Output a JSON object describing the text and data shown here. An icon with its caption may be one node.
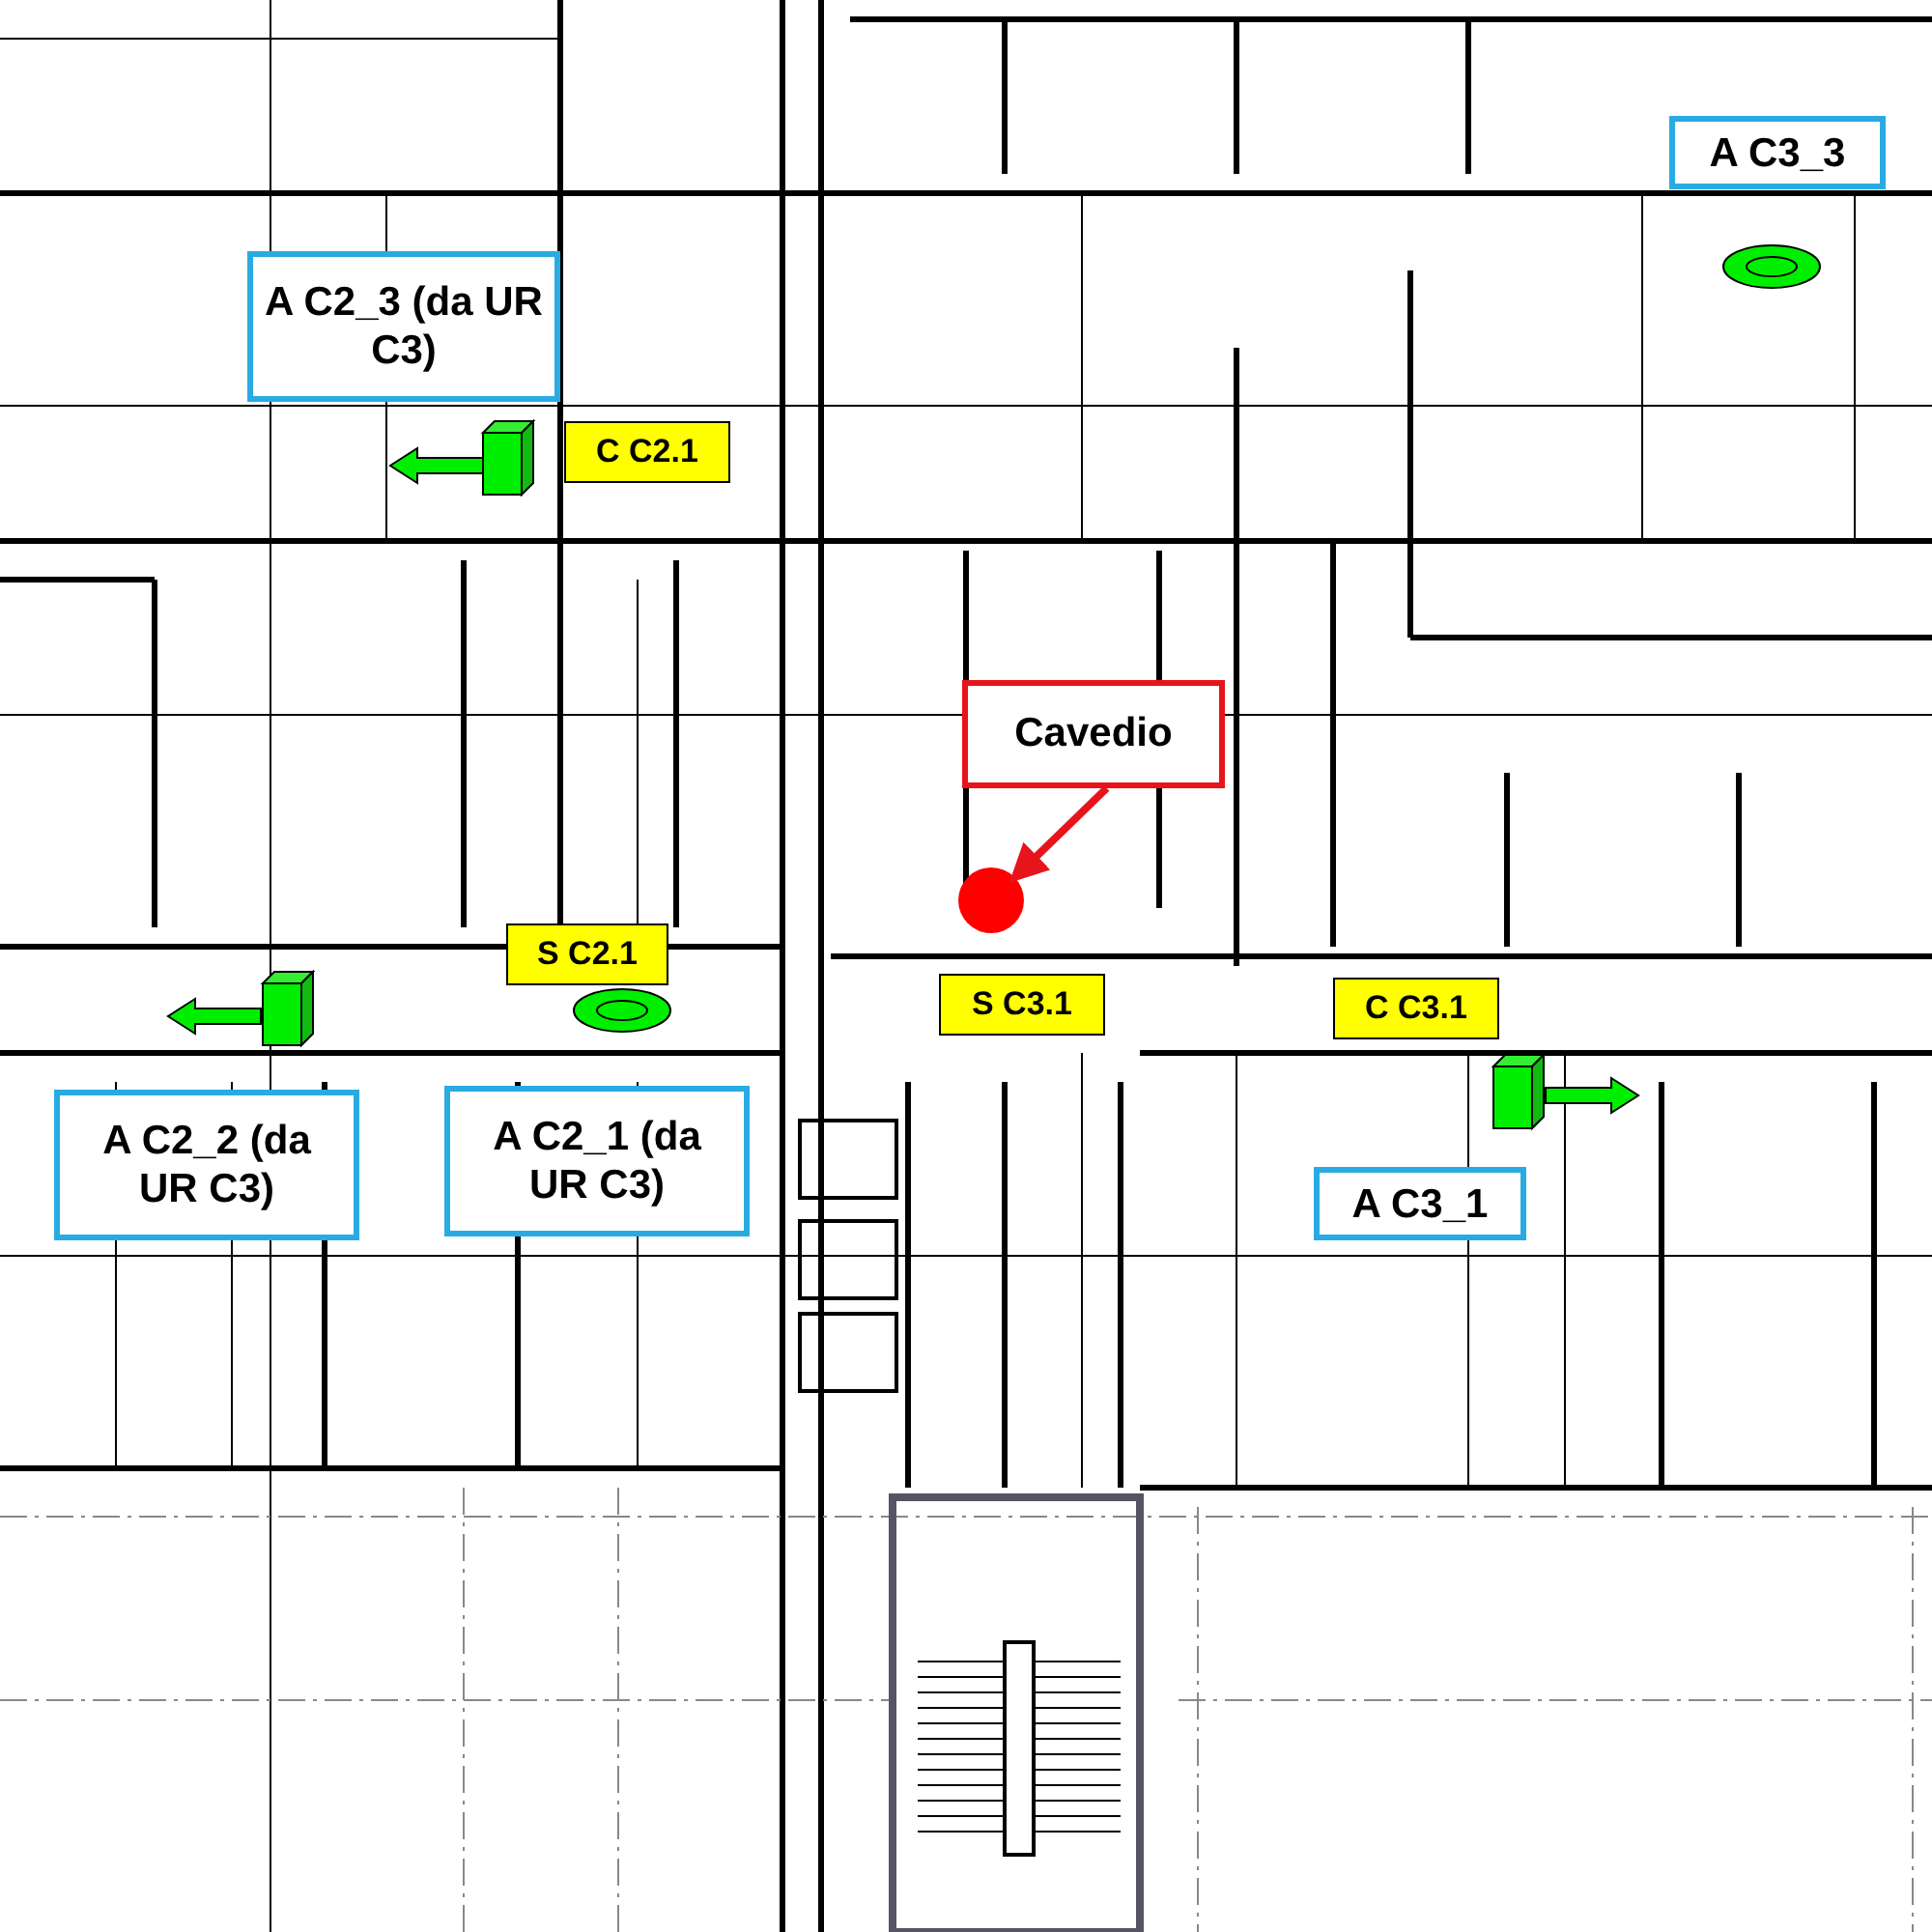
{
  "diagram": {
    "nodes": [
      {
        "text": [
          "A C3_3"
        ]
      },
      {
        "text": [
          "A C2_3 (da UR C3)"
        ]
      },
      {
        "text": [
          "C C2.1"
        ]
      },
      {
        "text": [
          "Cavedio"
        ]
      },
      {
        "text": [],
        "shape": "circle"
      },
      {
        "text": [
          "S C2.1"
        ]
      },
      {
        "text": [
          "S C3.1"
        ]
      },
      {
        "text": [
          "C C3.1"
        ]
      },
      {
        "text": [
          "A C2_2 (da UR C3)"
        ]
      },
      {
        "text": [
          "A C2_1 (da UR C3)"
        ]
      },
      {
        "text": [
          "A C3_1"
        ]
      }
    ],
    "edges": [
      {
        "from": 3,
        "to": 4,
        "arrow": "to"
      }
    ]
  }
}
